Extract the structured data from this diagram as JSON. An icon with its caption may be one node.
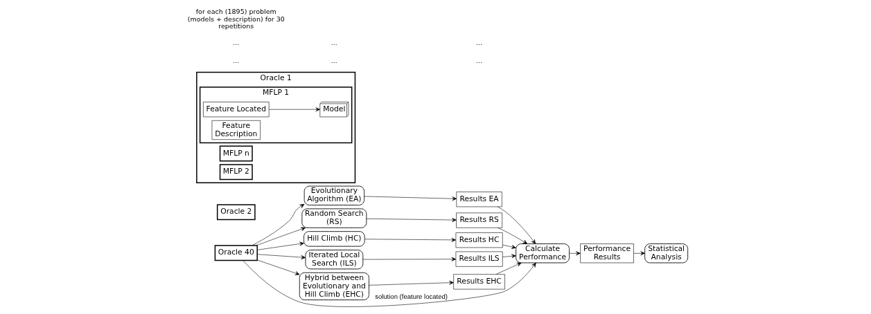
{
  "diagram": {
    "nodes": [
      {
        "text": [
          "Oracle 40"
        ]
      },
      {
        "text": [
          "Oracle 2"
        ]
      },
      {
        "text": [
          "Oracle 1"
        ]
      },
      {
        "text": [
          "MFLP n"
        ],
        "in": 2
      },
      {
        "text": [
          "MFLP 2"
        ],
        "in": 2
      },
      {
        "text": [
          "MFLP 1"
        ],
        "in": 2
      },
      {
        "text": [
          "Model"
        ],
        "in": 5
      },
      {
        "text": [
          "Feature Located"
        ],
        "in": 5
      },
      {
        "text": [
          "Feature Description"
        ],
        "in": 5
      },
      {
        "text": [
          "Evolutionary Algorithm (EA)"
        ]
      },
      {
        "text": [
          "Random Search (RS)"
        ]
      },
      {
        "text": [
          "Hill Climb (HC)"
        ]
      },
      {
        "text": [
          "Iterated Local Search (ILS)"
        ]
      },
      {
        "text": [
          "Hybrid between Evolutionary and Hill Climb (EHC)"
        ]
      },
      {
        "text": [
          "Results EA"
        ]
      },
      {
        "text": [
          "Results RS"
        ]
      },
      {
        "text": [
          "Results HC"
        ]
      },
      {
        "text": [
          "Results ILS"
        ]
      },
      {
        "text": [
          "Results EHC"
        ]
      },
      {
        "text": [
          "Calculate Performance"
        ]
      },
      {
        "text": [
          "Performance Results"
        ]
      },
      {
        "text": [
          "Statistical Analysis"
        ]
      }
    ],
    "edges": [
      {
        "from": 7,
        "to": 6,
        "arrow": "to"
      },
      {
        "from": 0,
        "to": 19,
        "arrow": "to",
        "label": "solution (feature located)"
      },
      {
        "from": 0,
        "to": 9,
        "arrow": "to"
      },
      {
        "from": 0,
        "to": 10,
        "arrow": "to"
      },
      {
        "from": 0,
        "to": 11,
        "arrow": "to"
      },
      {
        "from": 0,
        "to": 12,
        "arrow": "to"
      },
      {
        "from": 0,
        "to": 13,
        "arrow": "to"
      },
      {
        "from": 9,
        "to": 14,
        "arrow": "to"
      },
      {
        "from": 10,
        "to": 15,
        "arrow": "to"
      },
      {
        "from": 11,
        "to": 16,
        "arrow": "to"
      },
      {
        "from": 12,
        "to": 17,
        "arrow": "to"
      },
      {
        "from": 13,
        "to": 18,
        "arrow": "to"
      },
      {
        "from": 14,
        "to": 19,
        "arrow": "to"
      },
      {
        "from": 15,
        "to": 19,
        "arrow": "to"
      },
      {
        "from": 16,
        "to": 19,
        "arrow": "to"
      },
      {
        "from": 17,
        "to": 19,
        "arrow": "to"
      },
      {
        "from": 18,
        "to": 19,
        "arrow": "to"
      },
      {
        "from": 19,
        "to": 20,
        "arrow": "to"
      },
      {
        "from": 20,
        "to": 21,
        "arrow": "to"
      }
    ],
    "labels": [
      "...",
      "...",
      "...",
      "...",
      "...",
      "...",
      "for each (1895) problem (models + description) for 30 repetitions"
    ]
  }
}
